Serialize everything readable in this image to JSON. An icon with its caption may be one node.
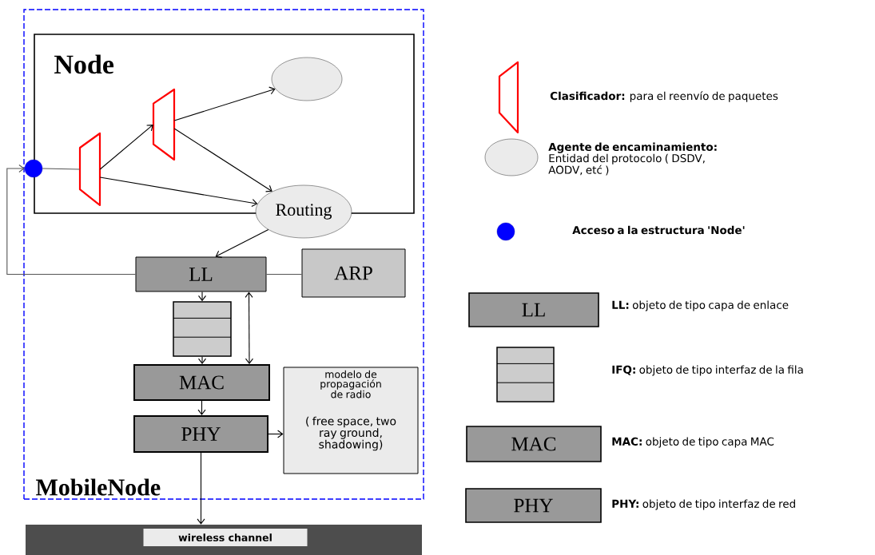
{
  "diagram": {
    "nodes": [
      {
        "text": [
          "MobileNode"
        ]
      },
      {
        "text": [
          "Node"
        ],
        "in": 0
      },
      {
        "text": [],
        "shape": "circle",
        "in": 0
      },
      {
        "text": [],
        "shape": "trapezoid",
        "in": 1
      },
      {
        "text": [],
        "shape": "trapezoid",
        "in": 1
      },
      {
        "text": [],
        "shape": "ellipse",
        "in": 1
      },
      {
        "text": [
          "Routing"
        ],
        "in": 0
      },
      {
        "text": [
          "LL"
        ],
        "in": 0
      },
      {
        "text": [
          "ARP"
        ],
        "in": 0
      },
      {
        "text": [],
        "shape": "box",
        "in": 0
      },
      {
        "text": [
          "MAC"
        ],
        "in": 0
      },
      {
        "text": [
          "PHY"
        ],
        "in": 0
      },
      {
        "text": [
          "modelo de propagación de radio",
          "( free space, two ray ground, shadowing)"
        ],
        "in": 0
      },
      {
        "text": [
          "wireless channel"
        ]
      },
      {
        "text": [],
        "shape": "trapezoid"
      },
      {
        "text": [],
        "shape": "ellipse"
      },
      {
        "text": [],
        "shape": "circle"
      },
      {
        "text": [
          "LL"
        ]
      },
      {
        "text": [],
        "shape": "box"
      },
      {
        "text": [
          "MAC"
        ]
      },
      {
        "text": [
          "PHY"
        ]
      }
    ],
    "edges": [
      {
        "from": 7,
        "to": 2,
        "arrow": "to",
        "color": "#555555"
      },
      {
        "from": 2,
        "to": 3,
        "arrow": "none",
        "color": "#555555"
      },
      {
        "from": 3,
        "to": 4,
        "arrow": "to"
      },
      {
        "from": 3,
        "to": 6,
        "arrow": "to"
      },
      {
        "from": 4,
        "to": 5,
        "arrow": "to"
      },
      {
        "from": 4,
        "to": 6,
        "arrow": "to"
      },
      {
        "from": 6,
        "to": 7,
        "arrow": "to"
      },
      {
        "from": 7,
        "to": 8,
        "arrow": "none",
        "color": "#555555"
      },
      {
        "from": 7,
        "to": 9,
        "arrow": "to"
      },
      {
        "from": 9,
        "to": 10,
        "arrow": "to"
      },
      {
        "from": 7,
        "to": 10,
        "arrow": "both"
      },
      {
        "from": 10,
        "to": 11,
        "arrow": "to"
      },
      {
        "from": 11,
        "to": 12,
        "arrow": "to"
      },
      {
        "from": 11,
        "to": 13,
        "arrow": "to"
      }
    ],
    "legend": [
      {
        "text": "**Clasificador:** para el reenvío de paquetes"
      },
      {
        "text": "**Agente de encaminamiento:** Entidad del protocolo ( DSDV, AODV, etć )"
      },
      {
        "text": "Acceso a la estructura 'Node'"
      },
      {
        "text": "**LL:** objeto de tipo capa de enlace"
      },
      {
        "text": "**IFQ:** objeto de tipo interfaz de la fila"
      },
      {
        "text": "**MAC:** objeto de tipo capa MAC"
      },
      {
        "text": "**PHY:** objeto de tipo interfaz de red"
      }
    ]
  }
}
